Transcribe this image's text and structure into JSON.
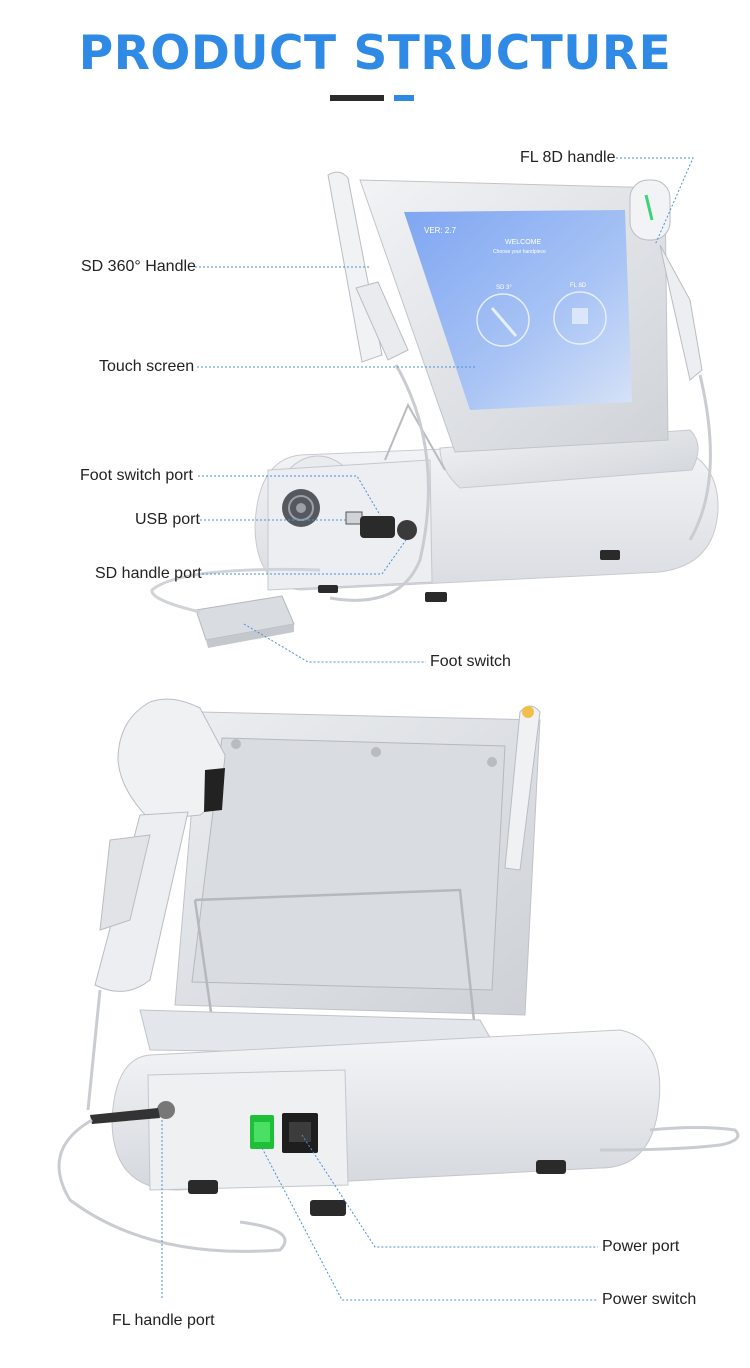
{
  "title": "PRODUCT STRUCTURE",
  "screen": {
    "version": "VER: 2.7",
    "welcome": "WELCOME",
    "prompt": "Choose your handpiece",
    "option_left": "SD 3°",
    "option_right": "FL 8D"
  },
  "labels": {
    "fl_8d_handle": "FL 8D handle",
    "sd_360_handle": "SD 360° Handle",
    "touch_screen": "Touch screen",
    "foot_switch_port": "Foot switch port",
    "usb_port": "USB port",
    "sd_handle_port": "SD handle port",
    "foot_switch": "Foot switch",
    "power_port": "Power port",
    "power_switch": "Power switch",
    "fl_handle_port": "FL handle port"
  },
  "colors": {
    "accent": "#2f8ae5",
    "dark_bar": "#2b2b2b",
    "leader_line": "#4a90d9",
    "power_switch": "#1fbf3a"
  }
}
